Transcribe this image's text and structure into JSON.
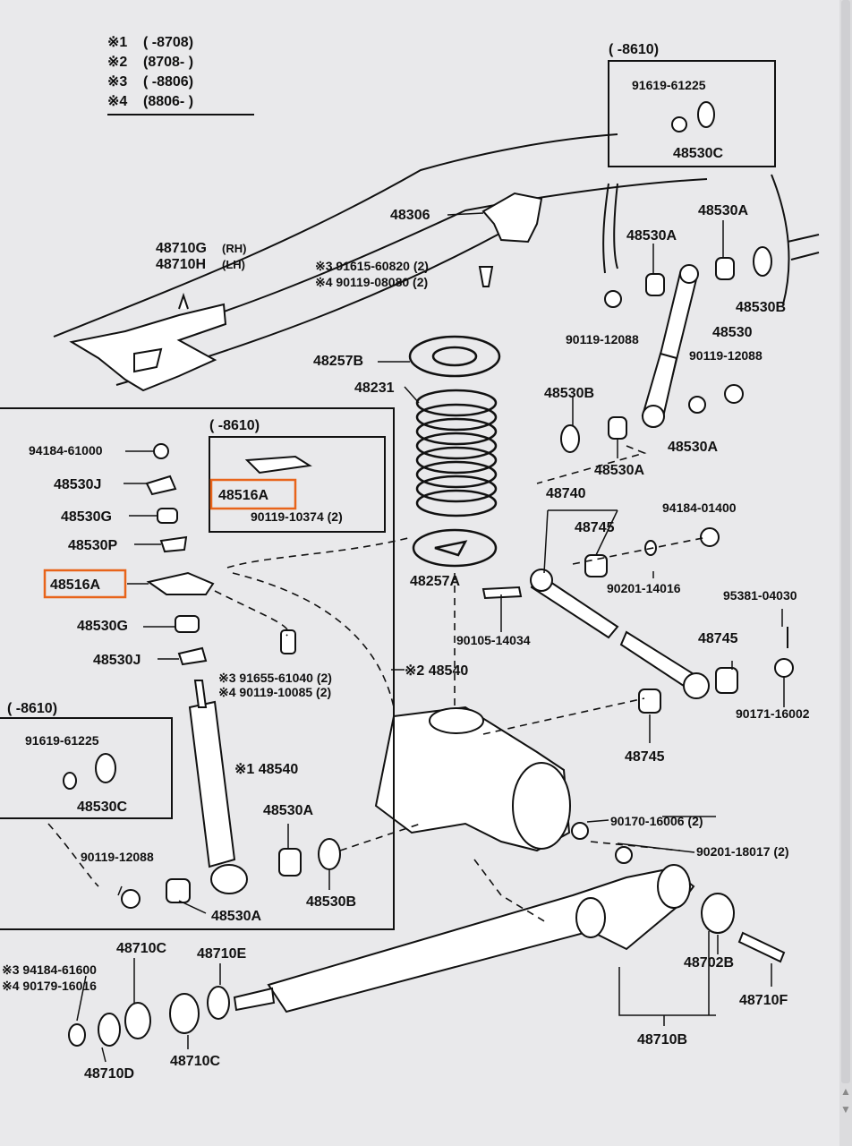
{
  "legend": [
    {
      "mark": "※1",
      "range": "(      -8708)"
    },
    {
      "mark": "※2",
      "range": "(8708-      )"
    },
    {
      "mark": "※3",
      "range": "(      -8806)"
    },
    {
      "mark": "※4",
      "range": "(8806-      )"
    }
  ],
  "boxes": {
    "top_right_range": "(      -8610)",
    "mid_range": "(      -8610)",
    "left_range": "(      -8610)"
  },
  "labels": {
    "p91619_a": "91619-61225",
    "p48530C_a": "48530C",
    "p48306": "48306",
    "p48530A_1": "48530A",
    "p48530A_2": "48530A",
    "p48530B_1": "48530B",
    "p48530": "48530",
    "p48710G": "48710G",
    "rh": "(RH)",
    "p48710H": "48710H",
    "lh": "(LH)",
    "p91615_60820": "※3 91615-60820 (2)",
    "p90119_08080": "※4 90119-08080 (2)",
    "p90119_12088_1": "90119-12088",
    "p90119_12088_2": "90119-12088",
    "p48257B": "48257B",
    "p48231": "48231",
    "p48530B_2": "48530B",
    "p48530A_3": "48530A",
    "p48530A_4": "48530A",
    "p94184_61000": "94184-61000",
    "p48530J_1": "48530J",
    "p48516A_top": "48516A",
    "p90119_10374": "90119-10374 (2)",
    "p48530G_1": "48530G",
    "p48530P": "48530P",
    "p48516A_left": "48516A",
    "p48530G_2": "48530G",
    "p48530J_2": "48530J",
    "p91655_61040": "※3 91655-61040 (2)",
    "p90119_10085": "※4 90119-10085 (2)",
    "p48257A": "48257A",
    "p48740": "48740",
    "p48745_1": "48745",
    "p94184_01400": "94184-01400",
    "p90201_14016": "90201-14016",
    "p95381_04030": "95381-04030",
    "p90105_14034": "90105-14034",
    "p48540_2": "※2 48540",
    "p48745_2": "48745",
    "p90171_16002": "90171-16002",
    "p48745_3": "48745",
    "p91619_b": "91619-61225",
    "p48530C_b": "48530C",
    "p48540_1": "※1 48540",
    "p48530A_5": "48530A",
    "p48530B_3": "48530B",
    "p90119_12088_3": "90119-12088",
    "p48530A_6": "48530A",
    "p90170_16006": "90170-16006 (2)",
    "p90201_18017": "90201-18017 (2)",
    "p48710C_1": "48710C",
    "p48710E": "48710E",
    "p94184_61600": "※3 94184-61600",
    "p90179_16016": "※4 90179-16016",
    "p48710D": "48710D",
    "p48710C_2": "48710C",
    "p48702B": "48702B",
    "p48710F": "48710F",
    "p48710B": "48710B"
  },
  "highlight_color": "#e8641b"
}
